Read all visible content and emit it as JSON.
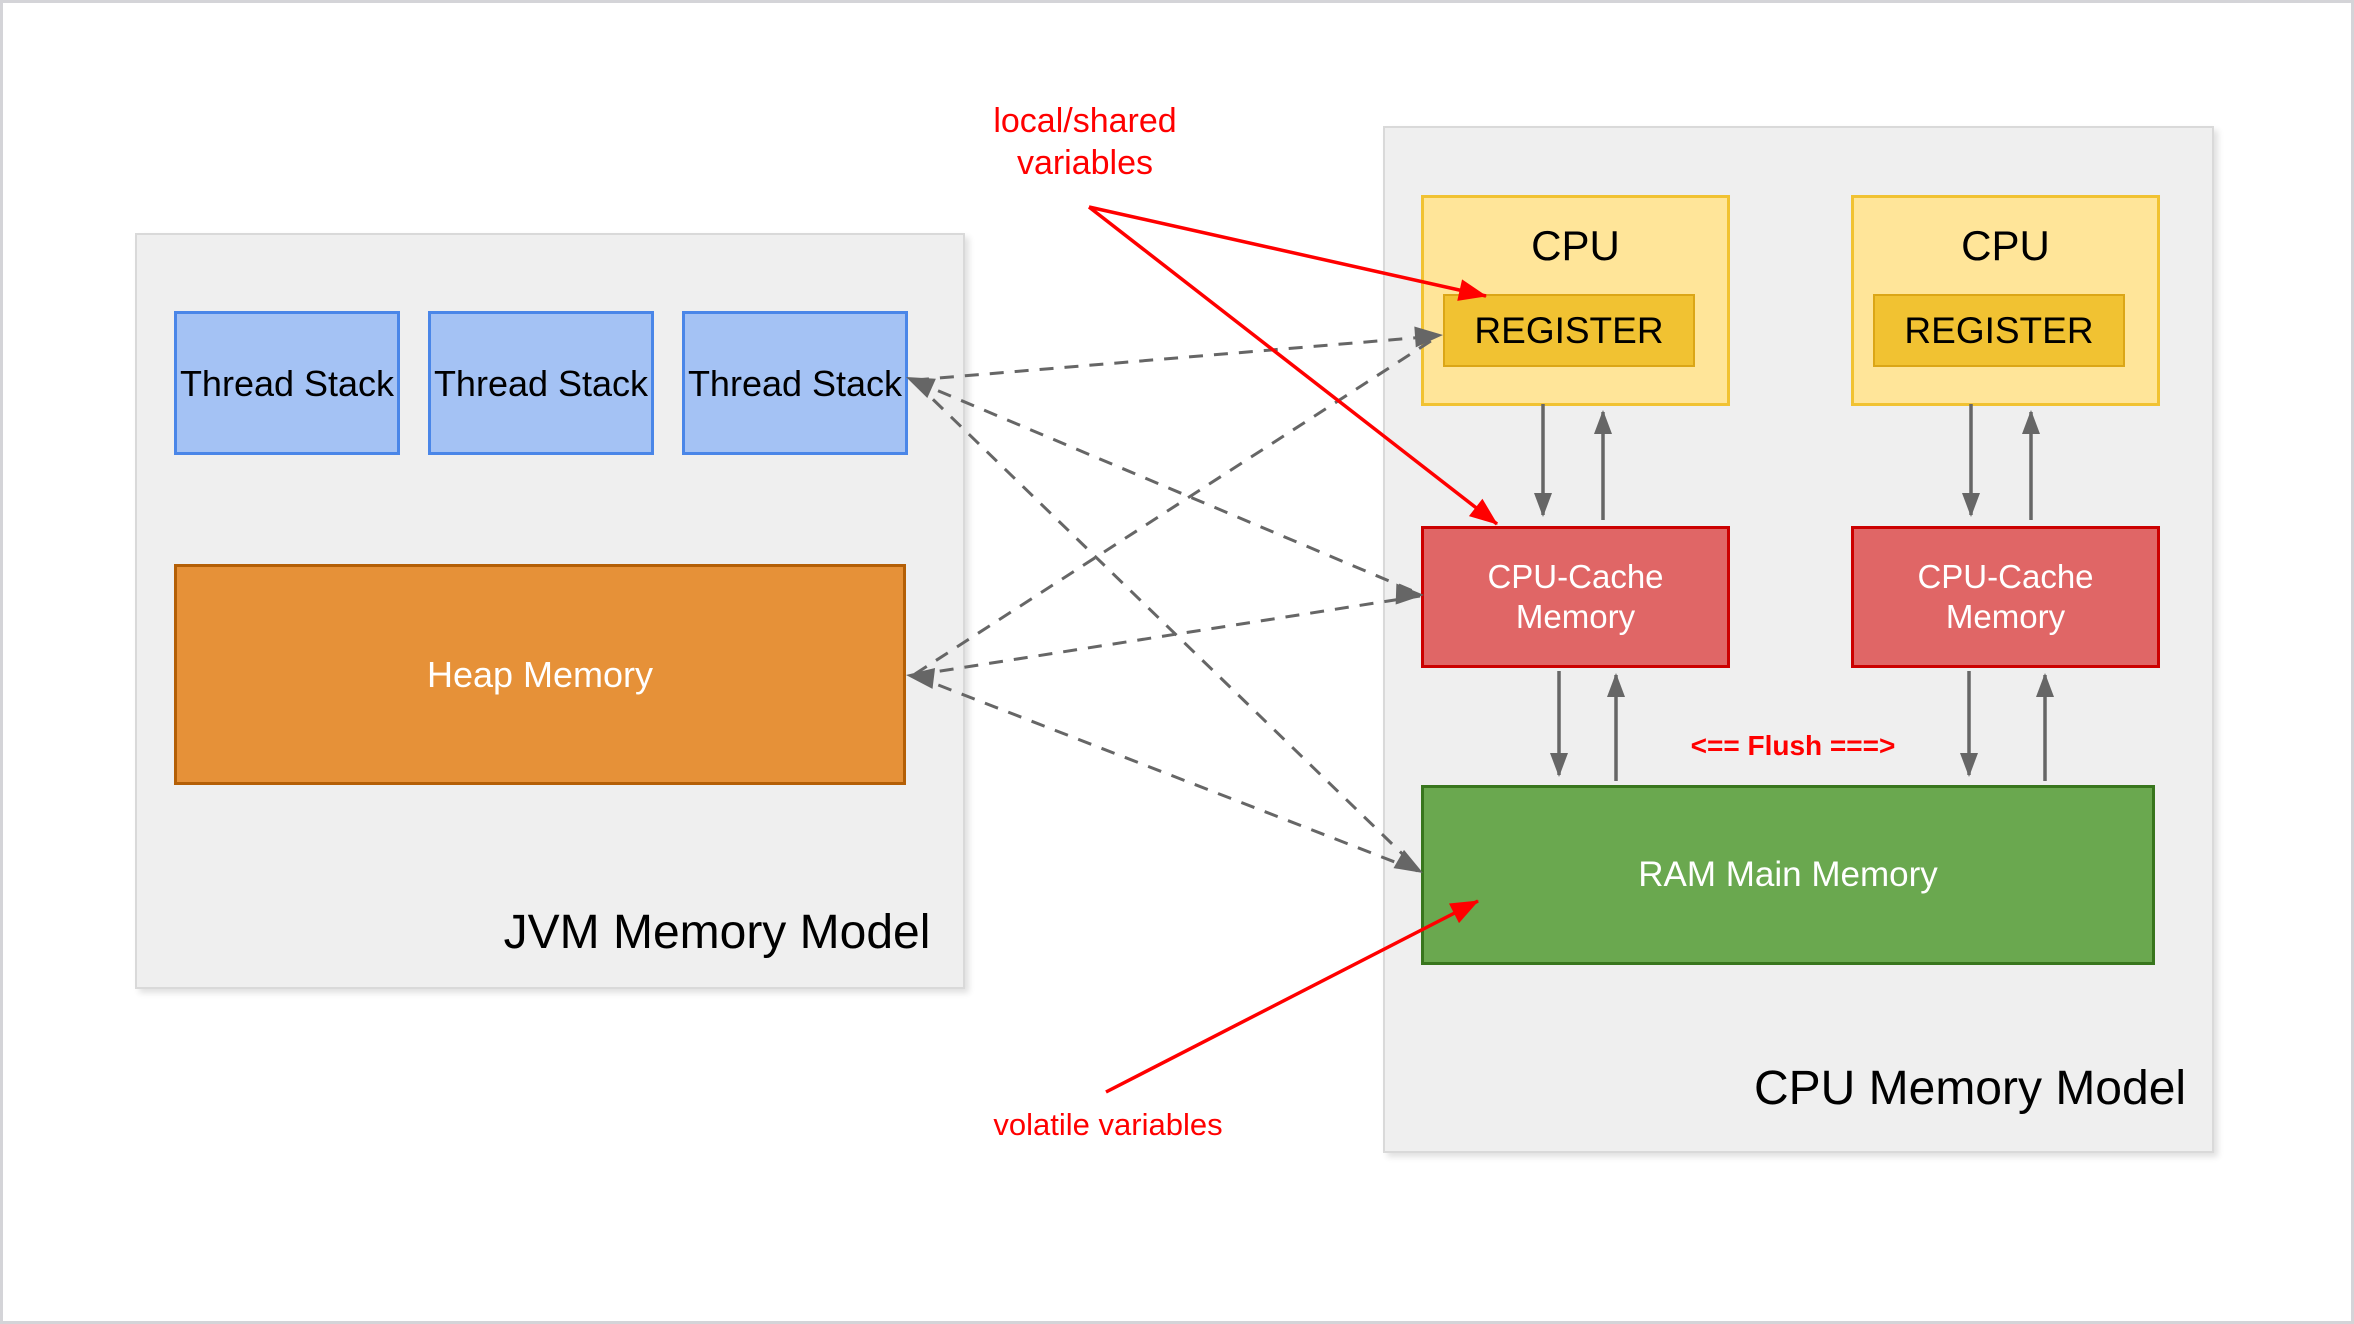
{
  "jvm_panel": {
    "label": "JVM Memory Model",
    "thread_stacks": [
      {
        "label": "Thread Stack"
      },
      {
        "label": "Thread Stack"
      },
      {
        "label": "Thread Stack"
      }
    ],
    "heap_label": "Heap Memory"
  },
  "cpu_panel": {
    "label": "CPU Memory Model",
    "cpus": [
      {
        "title": "CPU",
        "register_label": "REGISTER"
      },
      {
        "title": "CPU",
        "register_label": "REGISTER"
      }
    ],
    "caches": [
      {
        "label_line1": "CPU-Cache",
        "label_line2": "Memory"
      },
      {
        "label_line1": "CPU-Cache",
        "label_line2": "Memory"
      }
    ],
    "ram_label": "RAM Main Memory",
    "flush_label": "<== Flush ===>"
  },
  "annotations": {
    "local_shared_line1": "local/shared",
    "local_shared_line2": "variables",
    "volatile_label": "volatile variables"
  },
  "colors": {
    "panel_bg": "#efefef",
    "panel_border": "#d9d9d9",
    "thread_stack_fill": "#a4c2f4",
    "thread_stack_border": "#4a86e8",
    "heap_fill": "#e69138",
    "heap_border": "#b45f06",
    "cpu_fill": "#ffe599",
    "cpu_border": "#f1c232",
    "register_fill": "#f1c232",
    "register_border": "#dba617",
    "cache_fill": "#e06666",
    "cache_border": "#cc0000",
    "ram_fill": "#6aa84f",
    "ram_border": "#38761d",
    "arrow_gray": "#666666",
    "annotation_red": "#ff0000"
  }
}
